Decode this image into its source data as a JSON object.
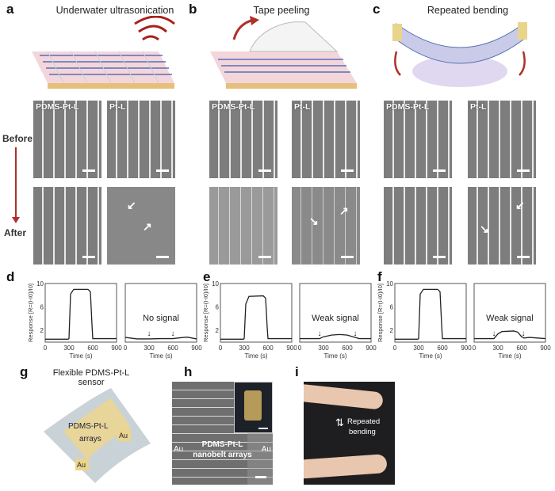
{
  "panels": {
    "a": {
      "label": "a",
      "title": "Underwater ultrasonication"
    },
    "b": {
      "label": "b",
      "title": "Tape peeling"
    },
    "c": {
      "label": "c",
      "title": "Repeated bending"
    },
    "d": {
      "label": "d"
    },
    "e": {
      "label": "e"
    },
    "f": {
      "label": "f"
    },
    "g": {
      "label": "g",
      "title": "Flexible PDMS-Pt-L sensor",
      "array_label_1": "PDMS-Pt-L",
      "array_label_2": "arrays",
      "electrode_1": "Au",
      "electrode_2": "Au"
    },
    "h": {
      "label": "h",
      "electrode_left": "Au",
      "electrode_right": "Au",
      "caption_1": "PDMS-Pt-L",
      "caption_2": "nanobelt arrays"
    },
    "i": {
      "label": "i",
      "caption_1": "Repeated",
      "caption_2": "bending"
    }
  },
  "sem": {
    "before": "Before",
    "after": "After",
    "sample_1": "PDMS-Pt-L",
    "sample_2": "Pt-L"
  },
  "colors": {
    "substrate": "#e8c98a",
    "lines": "#5a6fb0",
    "arrow": "#b0302a",
    "trace": "#222222"
  },
  "chart_data": [
    {
      "type": "line",
      "panel": "d",
      "ylabel": "Response [R=(I-I0)/I0]",
      "xlabel": "Time (s)",
      "xlim": [
        0,
        900
      ],
      "ylim": [
        0,
        10
      ],
      "xticks": [
        0,
        300,
        600,
        900
      ],
      "yticks": [
        2,
        6,
        10
      ],
      "x": [
        0,
        290,
        300,
        320,
        360,
        540,
        570,
        590,
        600,
        900
      ],
      "y": [
        0.5,
        0.5,
        0.6,
        8.2,
        9,
        9,
        8.6,
        3,
        0.6,
        0.6
      ]
    },
    {
      "type": "line",
      "panel": "d",
      "xlabel": "Time (s)",
      "xlim": [
        0,
        900
      ],
      "ylim": [
        0,
        10
      ],
      "xticks": [
        0,
        300,
        600,
        900
      ],
      "annotation": "No signal",
      "arrows_at": [
        300,
        600
      ],
      "x": [
        0,
        150,
        300,
        450,
        600,
        700,
        780,
        900
      ],
      "y": [
        0.8,
        0.55,
        0.55,
        0.6,
        0.6,
        0.75,
        0.85,
        0.55
      ]
    },
    {
      "type": "line",
      "panel": "e",
      "ylabel": "Response [R=(I-I0)/I0]",
      "xlabel": "Time (s)",
      "xlim": [
        0,
        900
      ],
      "ylim": [
        0,
        10
      ],
      "xticks": [
        0,
        300,
        600,
        900
      ],
      "yticks": [
        2,
        6,
        10
      ],
      "x": [
        0,
        290,
        300,
        320,
        360,
        540,
        570,
        590,
        600,
        900
      ],
      "y": [
        0.5,
        0.5,
        0.6,
        6.5,
        7.8,
        7.9,
        7.5,
        2.5,
        0.6,
        0.6
      ]
    },
    {
      "type": "line",
      "panel": "e",
      "xlabel": "Time (s)",
      "xlim": [
        0,
        900
      ],
      "ylim": [
        0,
        10
      ],
      "xticks": [
        0,
        300,
        600,
        900
      ],
      "annotation": "Weak signal",
      "arrows_at": [
        250,
        700
      ],
      "x": [
        0,
        250,
        300,
        400,
        500,
        600,
        700,
        750,
        900
      ],
      "y": [
        0.6,
        0.6,
        0.9,
        1.2,
        1.3,
        1.2,
        0.8,
        0.6,
        0.6
      ]
    },
    {
      "type": "line",
      "panel": "f",
      "ylabel": "Response [R=(I-I0)/I0]",
      "xlabel": "Time (s)",
      "xlim": [
        0,
        900
      ],
      "ylim": [
        0,
        10
      ],
      "xticks": [
        0,
        300,
        600,
        900
      ],
      "yticks": [
        2,
        6,
        10
      ],
      "x": [
        0,
        290,
        300,
        320,
        360,
        540,
        570,
        590,
        600,
        900
      ],
      "y": [
        0.5,
        0.5,
        0.6,
        8.2,
        9,
        9,
        8.6,
        3,
        0.6,
        0.6
      ]
    },
    {
      "type": "line",
      "panel": "f",
      "xlabel": "Time (s)",
      "xlim": [
        0,
        900
      ],
      "ylim": [
        0,
        10
      ],
      "xticks": [
        0,
        300,
        600,
        900
      ],
      "annotation": "Weak signal",
      "arrows_at": [
        250,
        620
      ],
      "x": [
        0,
        250,
        300,
        350,
        500,
        550,
        600,
        630,
        700,
        900
      ],
      "y": [
        0.6,
        0.6,
        1.4,
        1.8,
        1.9,
        1.7,
        0.9,
        0.7,
        0.8,
        0.6
      ]
    }
  ]
}
